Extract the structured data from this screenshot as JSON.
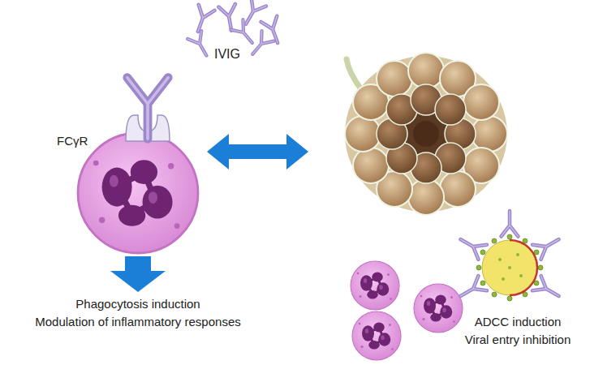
{
  "diagram": {
    "labels": [
      "FCγR",
      "IVIG",
      "Phagocytosis induction",
      "Modulation of inflammatory responses",
      "ADCC induction",
      "Viral entry inhibition"
    ]
  }
}
